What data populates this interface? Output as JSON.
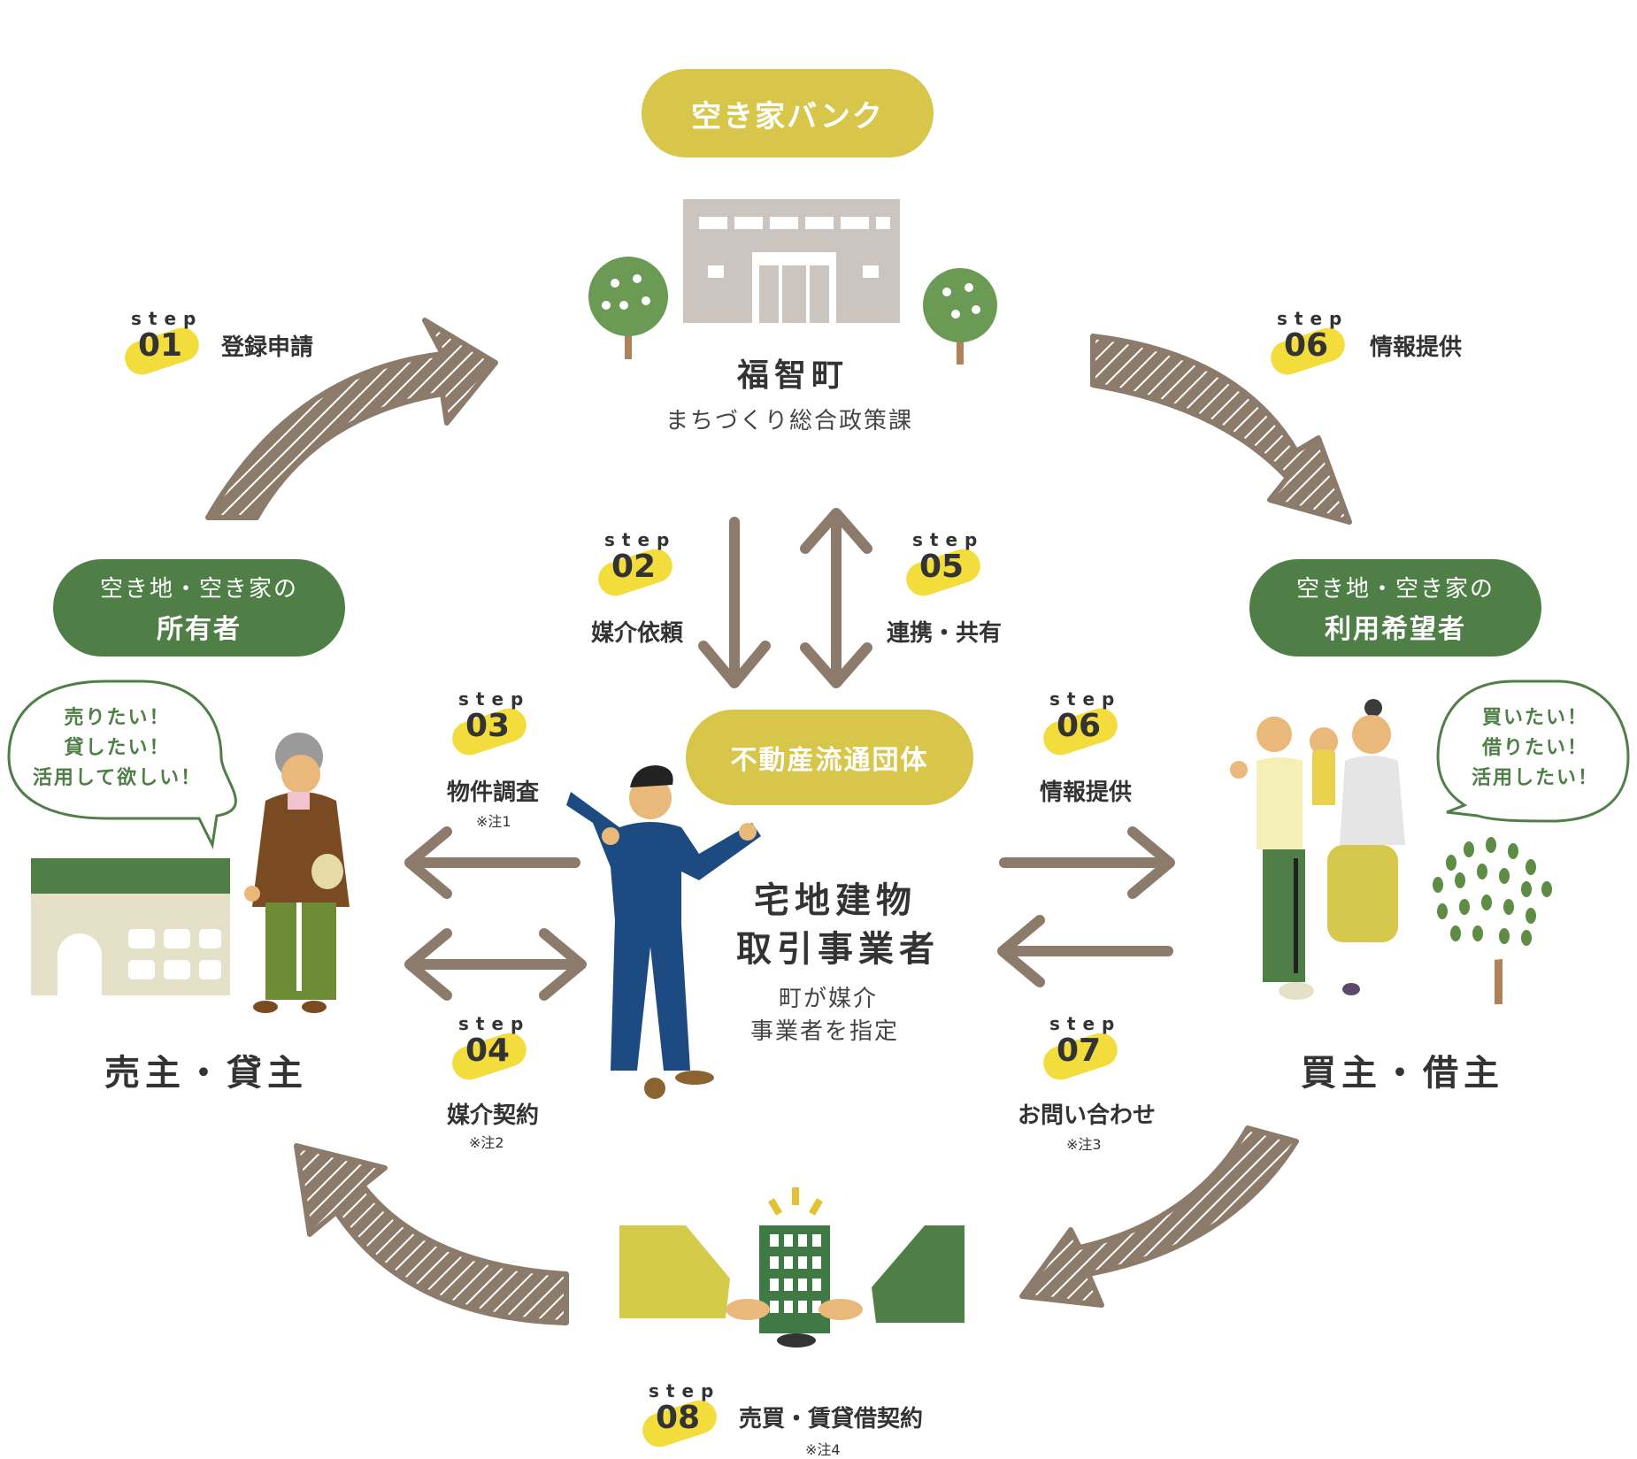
{
  "akiya_bank": "空き家バンク",
  "town": {
    "name": "福智町",
    "dept": "まちづくり総合政策課"
  },
  "realty_group": "不動産流通団体",
  "broker": {
    "title_line1": "宅地建物",
    "title_line2": "取引事業者",
    "note_line1": "町が媒介",
    "note_line2": "事業者を指定"
  },
  "owner": {
    "label_line1": "空き地・空き家の",
    "label_line2": "所有者",
    "role": "売主・貸主",
    "bubble": [
      "売りたい！",
      "貸したい！",
      "活用して欲しい！"
    ]
  },
  "user": {
    "label_line1": "空き地・空き家の",
    "label_line2": "利用希望者",
    "role": "買主・借主",
    "bubble": [
      "買いたい！",
      "借りたい！",
      "活用したい！"
    ]
  },
  "step_word": "step",
  "steps": {
    "s01": {
      "num": "01",
      "label": "登録申請"
    },
    "s06a": {
      "num": "06",
      "label": "情報提供"
    },
    "s02": {
      "num": "02",
      "label": "媒介依頼"
    },
    "s05": {
      "num": "05",
      "label": "連携・共有"
    },
    "s03": {
      "num": "03",
      "label": "物件調査",
      "note": "※注1"
    },
    "s06b": {
      "num": "06",
      "label": "情報提供"
    },
    "s04": {
      "num": "04",
      "label": "媒介契約",
      "note": "※注2"
    },
    "s07": {
      "num": "07",
      "label": "お問い合わせ",
      "note": "※注3"
    },
    "s08": {
      "num": "08",
      "label": "売買・賃貸借契約",
      "note": "※注4"
    }
  },
  "colors": {
    "gold": "#d8c64a",
    "green": "#4f7f47",
    "arrow": "#8c7b6b",
    "highlight": "#f2dd3c"
  }
}
